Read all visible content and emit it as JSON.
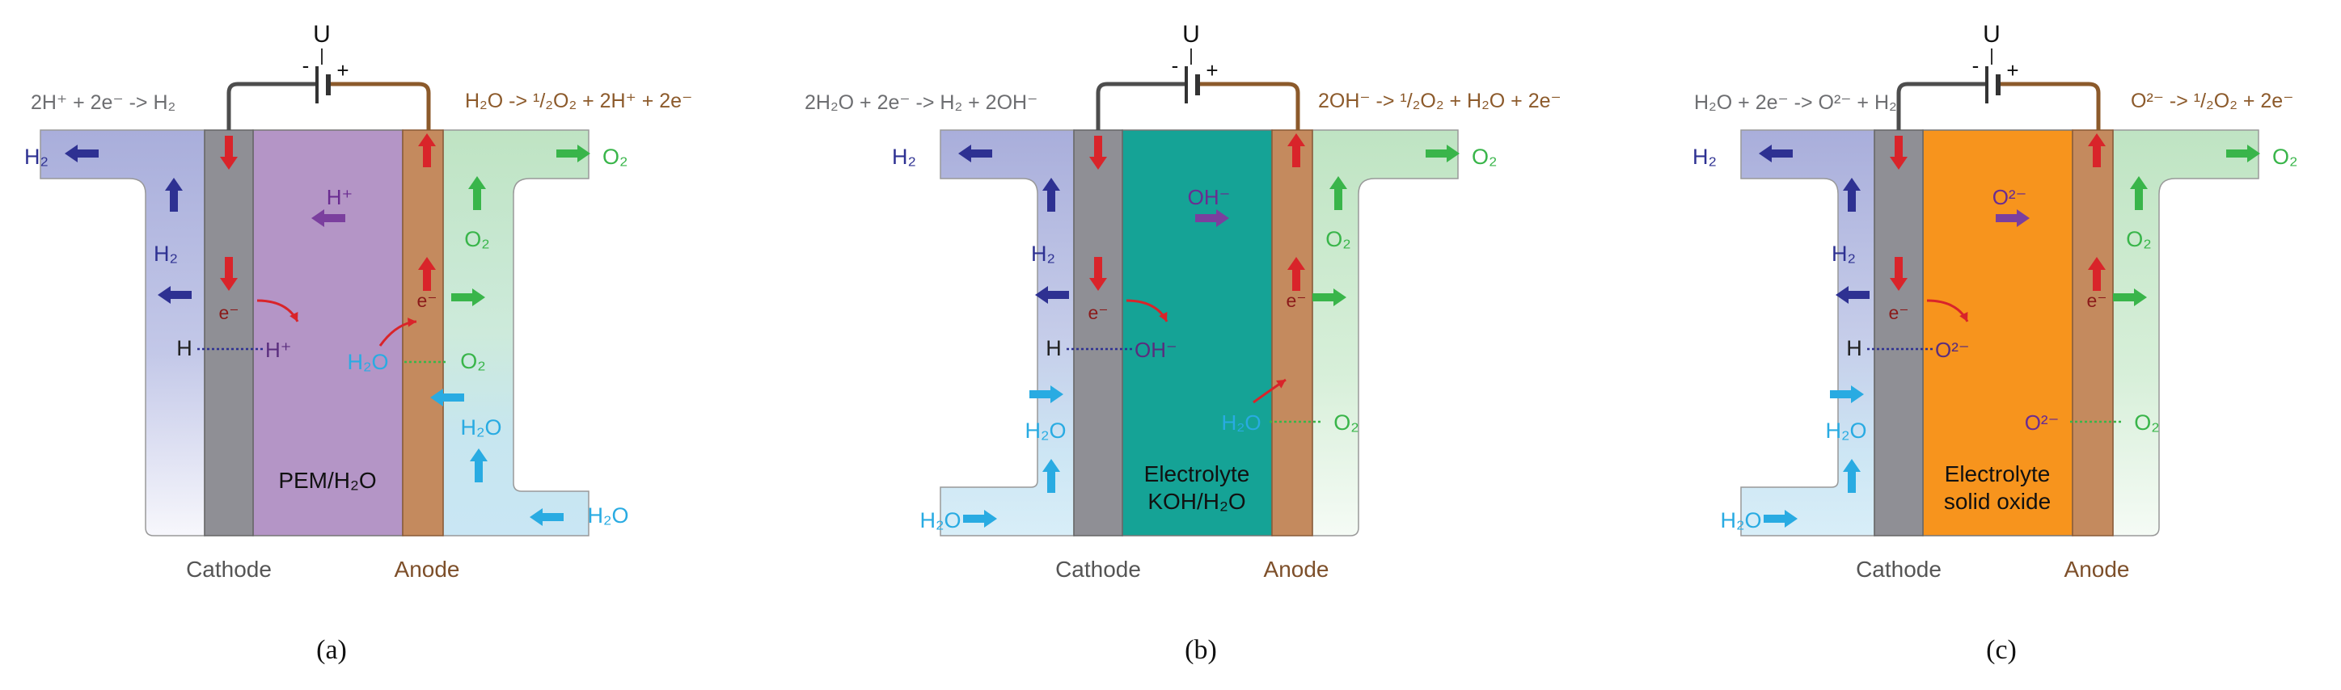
{
  "voltage_label": "U",
  "battery_minus": "-",
  "battery_plus": "+",
  "electrode_labels": {
    "cathode": "Cathode",
    "anode": "Anode"
  },
  "species": {
    "H2": "H₂",
    "O2": "O₂",
    "H2O": "H₂O",
    "H": "H",
    "e": "e⁻",
    "H_plus": "H⁺",
    "OH_minus": "OH⁻",
    "O2_minus": "O²⁻"
  },
  "panels": [
    {
      "caption": "(a)",
      "cathode_reaction": "2H⁺ + 2e⁻ -> H₂",
      "anode_reaction": "H₂O -> ¹/₂O₂ + 2H⁺ + 2e⁻",
      "electrolyte_label": [
        "PEM/H₂O"
      ],
      "ion_label": "H⁺",
      "electrolyte_color": "#b495c6"
    },
    {
      "caption": "(b)",
      "cathode_reaction": "2H₂O + 2e⁻ -> H₂ + 2OH⁻",
      "anode_reaction": "2OH⁻ -> ¹/₂O₂ + H₂O + 2e⁻",
      "electrolyte_label": [
        "Electrolyte",
        "KOH/H₂O"
      ],
      "ion_label": "OH⁻",
      "electrolyte_color": "#15a396"
    },
    {
      "caption": "(c)",
      "cathode_reaction": "H₂O + 2e⁻ -> O²⁻ + H₂",
      "anode_reaction": "O²⁻ -> ¹/₂O₂ + 2e⁻",
      "electrolyte_label": [
        "Electrolyte",
        "solid oxide"
      ],
      "ion_label": "O²⁻",
      "electrolyte_color": "#f7941d"
    }
  ],
  "colors": {
    "cathode_electrode": "#8f8f95",
    "anode_electrode": "#c48a5e",
    "cathode_gas": "#a9aedb",
    "anode_gas": "#bfe4c3",
    "water_inlet": "#c9e6f4",
    "h2_arrow": "#2e3192",
    "o2_arrow": "#39b54a",
    "h2o_arrow": "#29abe2",
    "electron_arrow": "#d9242a",
    "ion_arrow": "#7b3f9e",
    "cathode_wire": "#4d4d4d",
    "anode_wire": "#8c5a2b",
    "cathode_reaction_text": "#6d6e71",
    "anode_reaction_text": "#8c5a2b"
  }
}
